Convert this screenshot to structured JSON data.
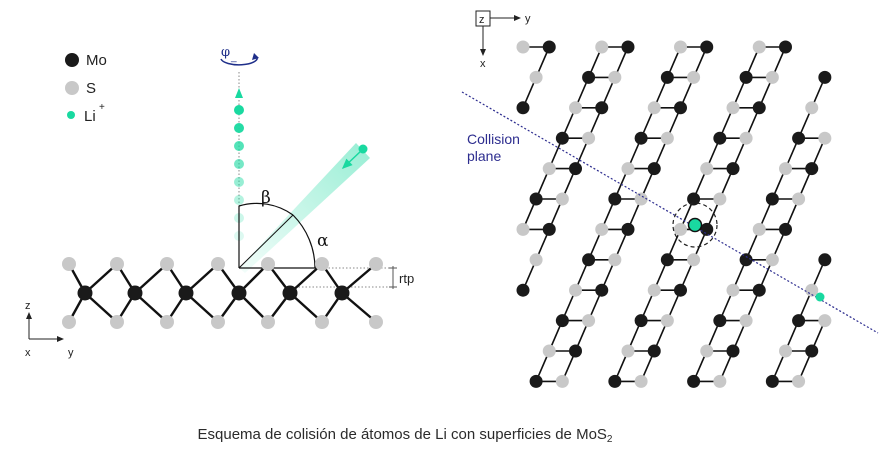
{
  "legend": {
    "items": [
      {
        "label": "Mo",
        "color": "#1a1a1a",
        "superscript": ""
      },
      {
        "label": "S",
        "color": "#c8c8c8",
        "superscript": ""
      },
      {
        "label": "Li",
        "color": "#19d9a0",
        "superscript": "+"
      }
    ]
  },
  "side_view": {
    "phi_label": "φ",
    "phi_sub": "_",
    "beta_label": "β",
    "alpha_label": "α",
    "rtp_label": "rtp",
    "axis_z": "z",
    "axis_x": "x",
    "axis_y": "y"
  },
  "top_view": {
    "axis_z": "z",
    "axis_y": "y",
    "axis_x": "x",
    "plane_label_line1": "Collision",
    "plane_label_line2": "plane"
  },
  "caption": {
    "text": "Esquema de colisión de átomos de Li con superficies de MoS",
    "subscript": "2"
  },
  "colors": {
    "mo": "#1a1a1a",
    "s": "#c8c8c8",
    "li": "#19d9a0",
    "plane": "#2d2d8f",
    "phi_arrow": "#1f2f8a"
  }
}
